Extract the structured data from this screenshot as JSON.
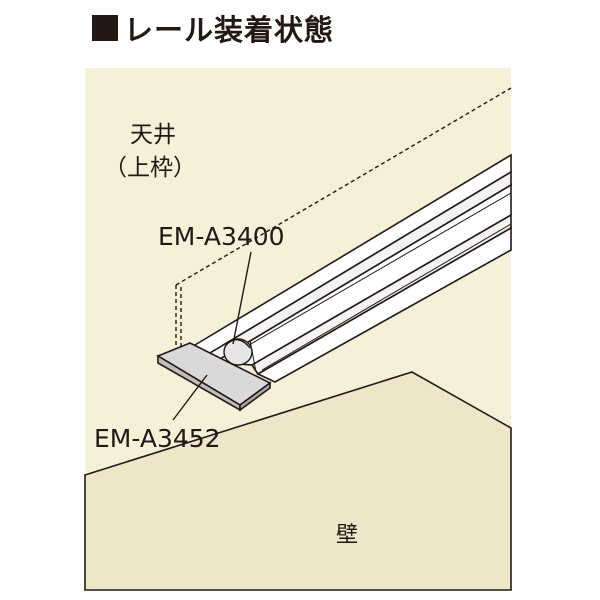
{
  "title": "■レール装着状態",
  "title_text": "レール装着状態",
  "labels": {
    "ceiling_line1": "天井",
    "ceiling_line2": "（上枠）",
    "rail_part": "EM-A3400",
    "end_cap_part": "EM-A3452",
    "wall": "壁"
  },
  "colors": {
    "background": "#f5f0d8",
    "wall": "#ede6c9",
    "outline": "#231815",
    "cap_fill": "#d9d9d9",
    "rail_fill": "#ffffff"
  }
}
